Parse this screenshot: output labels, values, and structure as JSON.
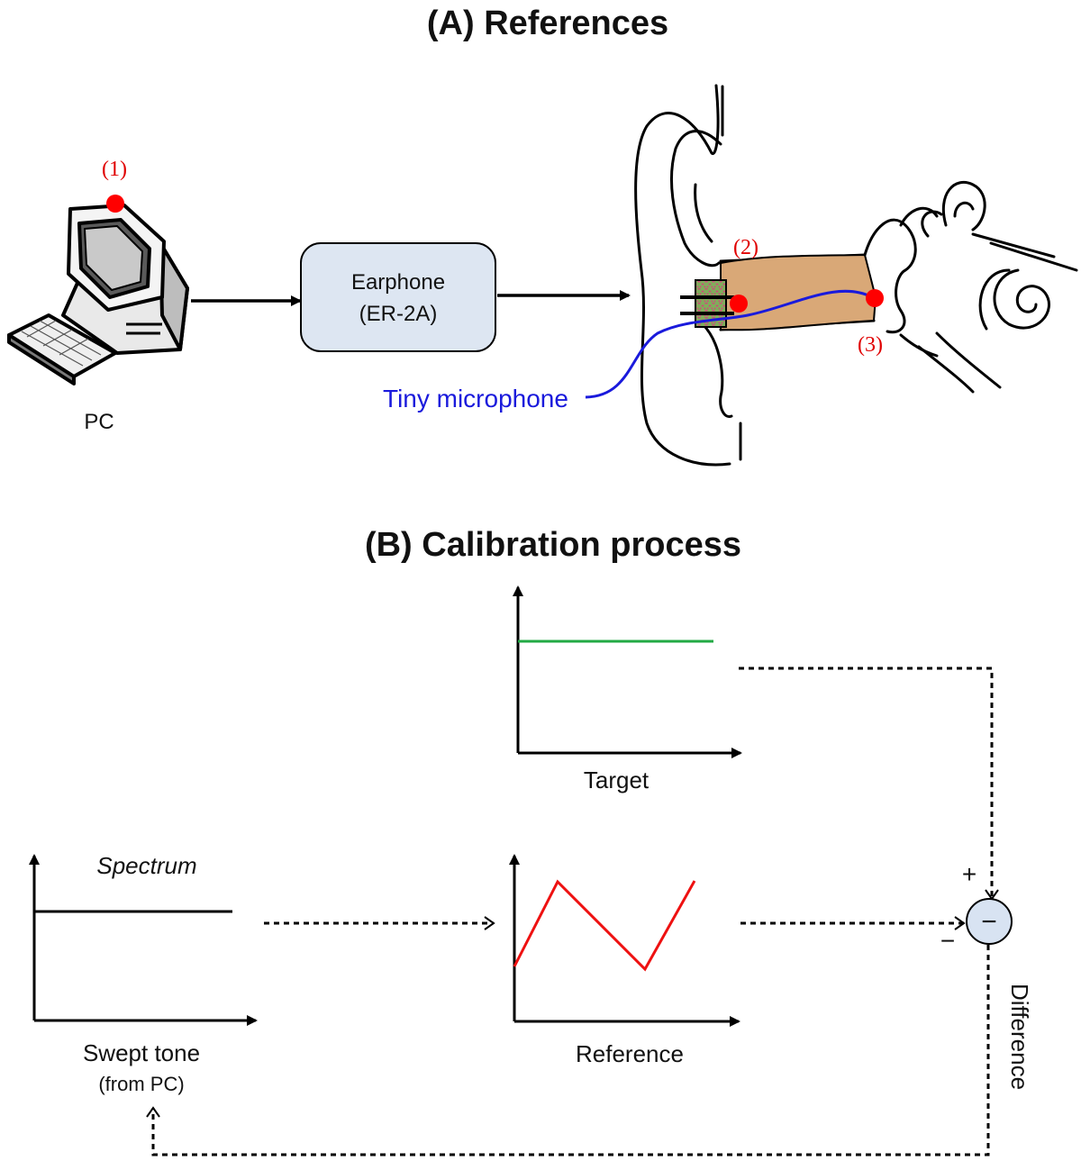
{
  "section_a": {
    "title": "(A) References",
    "pc_label": "PC",
    "earphone_line1": "Earphone",
    "earphone_line2": "(ER-2A)",
    "mic_label": "Tiny microphone",
    "point1": "(1)",
    "point2": "(2)",
    "point3": "(3)"
  },
  "section_b": {
    "title": "(B) Calibration process",
    "swept_label": "Swept tone",
    "swept_sub": "(from PC)",
    "spectrum_label": "Spectrum",
    "reference_label": "Reference",
    "target_label": "Target",
    "difference_label": "Difference",
    "plus_sign": "+",
    "minus_sign": "−",
    "node_sign": "−"
  },
  "colors": {
    "marker": "#ff0000",
    "mic_wire": "#1a1adc",
    "target_line": "#22aa44",
    "reference_line": "#ee1111",
    "earphone_box": "#dde6f2",
    "canal": "#d9a877",
    "node_fill": "#d8e3f2"
  },
  "chart_data": [
    {
      "type": "line",
      "name_label": "Swept tone",
      "description": "flat spectrum",
      "x": [
        0,
        1
      ],
      "y": [
        1,
        1
      ]
    },
    {
      "type": "line",
      "name_label": "Reference",
      "x": [
        0,
        1,
        2,
        3
      ],
      "y": [
        0.4,
        1.0,
        0.25,
        0.9
      ]
    },
    {
      "type": "line",
      "name_label": "Target",
      "x": [
        0,
        1
      ],
      "y": [
        1,
        1
      ]
    }
  ]
}
